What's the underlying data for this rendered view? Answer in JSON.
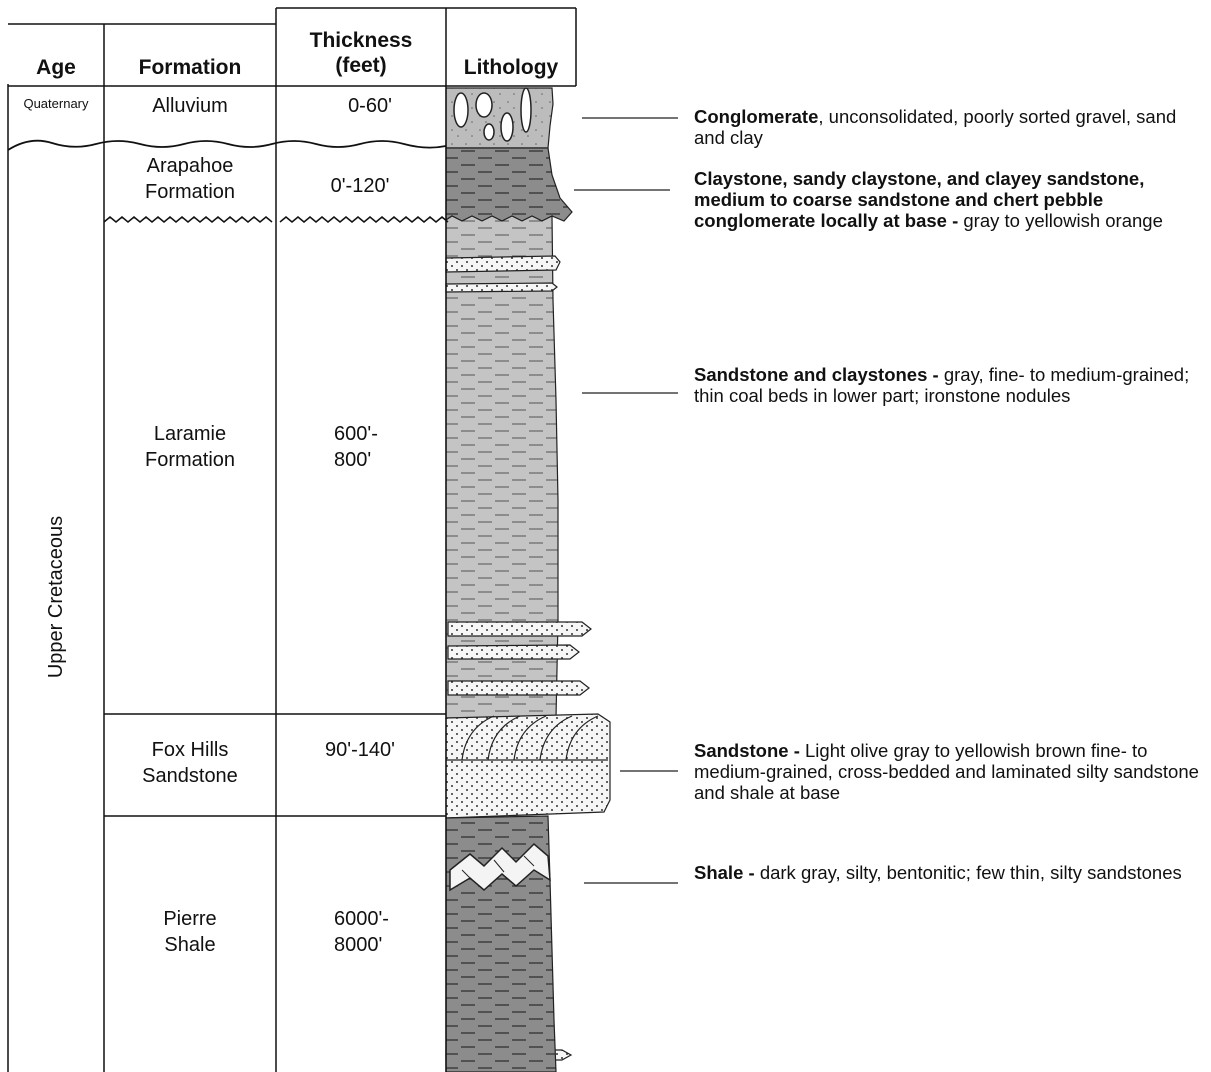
{
  "headers": {
    "age": "Age",
    "formation": "Formation",
    "thickness_line1": "Thickness",
    "thickness_line2": "(feet)",
    "lithology": "Lithology"
  },
  "ages": {
    "quaternary": "Quaternary",
    "upper_cretaceous": "Upper Cretaceous"
  },
  "units": [
    {
      "formation": [
        "Alluvium"
      ],
      "thickness": [
        "0-60'"
      ]
    },
    {
      "formation": [
        "Arapahoe",
        "Formation"
      ],
      "thickness": [
        "0'-120'"
      ]
    },
    {
      "formation": [
        "Laramie",
        "Formation"
      ],
      "thickness": [
        "600'-",
        "800'"
      ]
    },
    {
      "formation": [
        "Fox Hills",
        "Sandstone"
      ],
      "thickness": [
        "90'-140'"
      ]
    },
    {
      "formation": [
        "Pierre",
        "Shale"
      ],
      "thickness": [
        "6000'-",
        "8000'"
      ]
    }
  ],
  "descriptions": [
    {
      "bold": "Conglomerate",
      "text": ", unconsolidated, poorly sorted gravel, sand and clay"
    },
    {
      "bold": "Claystone, sandy claystone, and clayey sandstone, medium to coarse sandstone and chert pebble conglomerate locally at base - ",
      "text": "gray to yellowish orange"
    },
    {
      "bold": "Sandstone and claystones - ",
      "text": "gray, fine- to medium-grained; thin coal beds in lower part; ironstone nodules"
    },
    {
      "bold": "Sandstone - ",
      "text": "Light olive gray to yellowish brown fine- to medium-grained, cross-bedded and laminated silty sandstone and shale at base"
    },
    {
      "bold": "Shale - ",
      "text": "dark gray, silty, bentonitic; few thin, silty sandstones"
    }
  ],
  "colors": {
    "shale_dark": "#8c8c8c",
    "claystone_light": "#c4c4c4",
    "sandstone_fill": "#f6f6f6",
    "line": "#111111"
  }
}
